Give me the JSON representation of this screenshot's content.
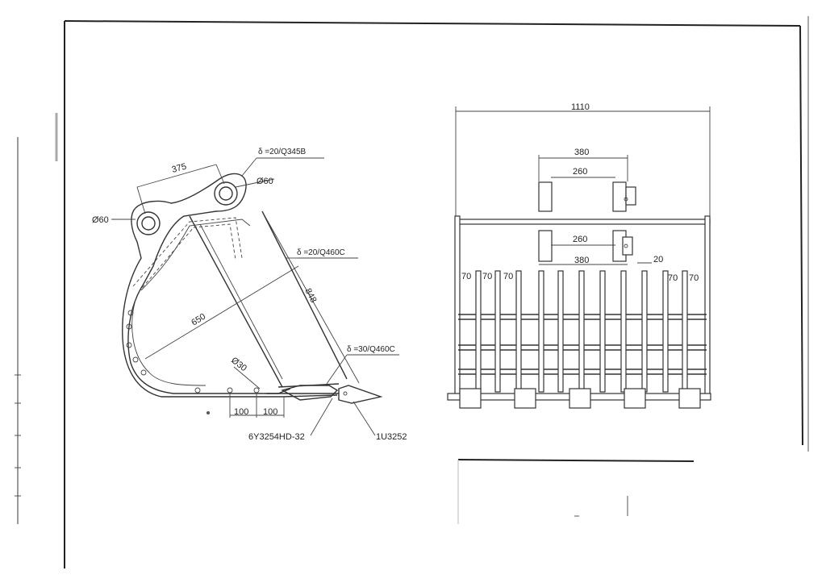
{
  "side_view": {
    "dim_pin_spacing": "375",
    "dim_pin_dia_left": "Ø60",
    "dim_pin_dia_right": "Ø60",
    "plate_top": "δ =20/Q345B",
    "plate_side": "δ =20/Q460C",
    "plate_bottom": "δ =30/Q460C",
    "dim_depth": "848",
    "dim_width": "650",
    "dim_hole_dia": "Ø30",
    "dim_hole_pitch_1": "100",
    "dim_hole_pitch_2": "100",
    "part_adapter": "6Y3254HD-32",
    "part_tooth": "1U3252"
  },
  "front_view": {
    "dim_overall_width": "1110",
    "dim_ear_outer": "380",
    "dim_ear_inner": "260",
    "dim_ear_inner_lower": "260",
    "dim_ear_outer_lower": "380",
    "dim_gap": "20",
    "dim_bar_1": "70",
    "dim_bar_2": "70",
    "dim_bar_3": "70",
    "dim_bar_4": "70",
    "dim_bar_5": "70"
  }
}
